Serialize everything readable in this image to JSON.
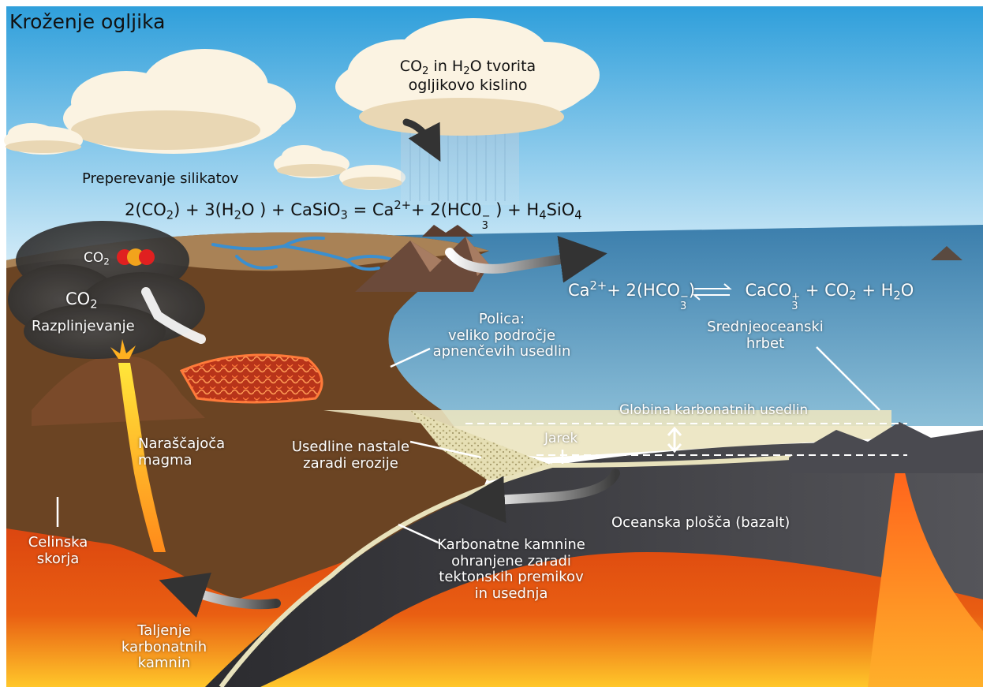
{
  "title": "Kroženje ogljika",
  "colors": {
    "sky_top": "#2f9fdb",
    "sky_bottom": "#cfe9f7",
    "ocean": "#3f86b4",
    "continent": "#6b4423",
    "oceanic_plate": "#3a3a3e",
    "magma": "#e8421a",
    "lava_bright": "#ffc21a",
    "sediment": "#e8e2bc"
  },
  "labels": {
    "cloud_line1_a": "CO",
    "cloud_line1_sub": "2",
    "cloud_line1_b": "in",
    "cloud_line1_c": "H",
    "cloud_line1_sub2": "2",
    "cloud_line1_d": "O  tvorita",
    "cloud_line2": "ogljikovo kislino",
    "silicate_title": "Preperevanje silikatov",
    "eq1": {
      "p1": "2(CO",
      "s1": "2",
      "p2": ") + 3(H",
      "s2": "2",
      "p3": "O ) + CaSiO",
      "s3": "3",
      "p4": "  =  Ca",
      "sup4": "2+",
      "p5": "+ 2(HC0",
      "sup5": "−",
      "s5": "3",
      "p6": ") + H",
      "s6": "4",
      "p7": "SiO",
      "s7": "4"
    },
    "eq2": {
      "p1": "Ca",
      "sup1": "2+",
      "p2": "+ 2(HCO",
      "sup2": "−",
      "s2": "3",
      "p3": ")",
      "p4": "CaCO",
      "sup4": "+",
      "s4": "3",
      "p5": "+ CO",
      "s5": "2",
      "p6": "+ H",
      "s6": "2",
      "p7": "O"
    },
    "volcano_co2_top": "CO",
    "volcano_co2_top_sub": "2",
    "volcano_co2": "CO",
    "volcano_co2_sub": "2",
    "outgassing": "Razplinjevanje",
    "shelf": "Polica:\nveliko področje\napnenčevih usedlin",
    "ridge": "Srednjeoceanski\nhrbet",
    "carbonate_depth": "Globina karbonatnih usedlin",
    "trench": "Jarek",
    "rising_magma": "Naraščajoča\nmagma",
    "erosion_sediments": "Usedline nastale\nzaradi erozije",
    "oceanic_plate": "Oceanska plošča (bazalt)",
    "continental_crust": "Celinska\nskorja",
    "carbonate_rocks": "Karbonatne kamnine\nohranjene zaradi\ntektonskih premikov\nin usednja",
    "melting": "Taljenje\nkarbonatnih\nkamnin"
  }
}
